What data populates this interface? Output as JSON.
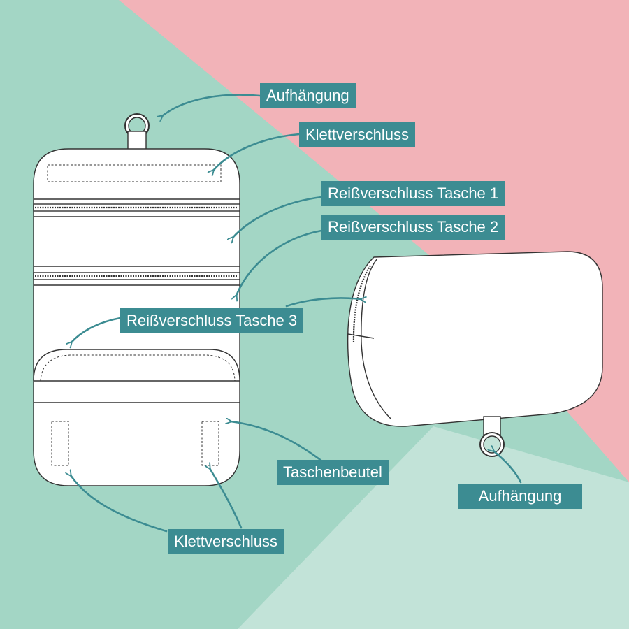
{
  "colors": {
    "background_mint": "#a3d6c5",
    "background_pink": "#f2b3b8",
    "background_light_mint": "#c2e3d8",
    "label_teal": "#3c8c92",
    "arrow_teal": "#3c8c92",
    "outline": "#333333"
  },
  "labels": {
    "aufhaengung_top": "Aufhängung",
    "klettverschluss_top": "Klettverschluss",
    "reissverschluss_1": "Reißverschluss Tasche 1",
    "reissverschluss_2": "Reißverschluss Tasche 2",
    "reissverschluss_3": "Reißverschluss Tasche 3",
    "taschenbeutel": "Taschenbeutel",
    "klettverschluss_bottom": "Klettverschluss",
    "aufhaengung_right": "Aufhängung"
  }
}
